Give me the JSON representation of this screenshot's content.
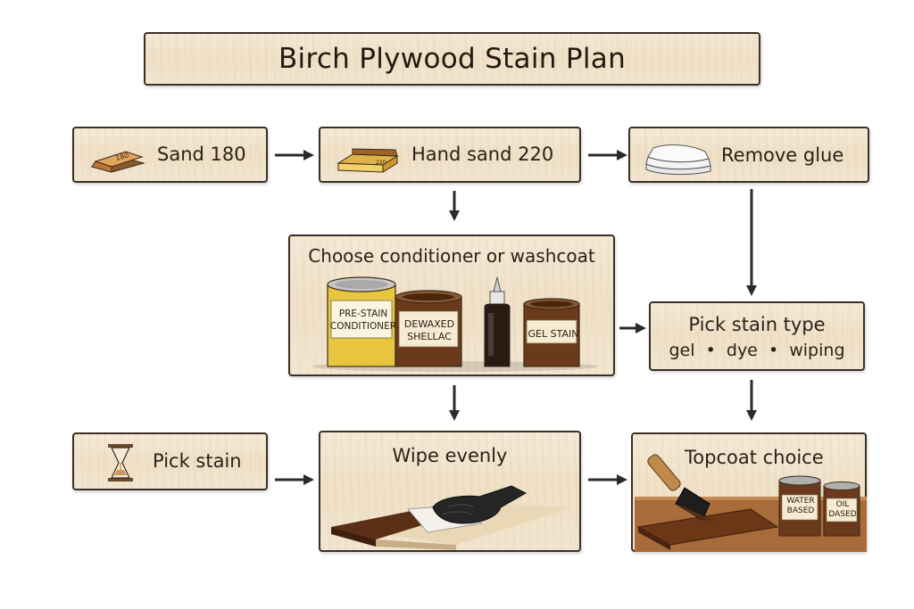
{
  "title": "Birch Plywood Stain Plan",
  "nodes": {
    "sand180": {
      "label": "Sand 180",
      "icon": "sanding-block-icon",
      "icon_text": "180"
    },
    "handsand220": {
      "label": "Hand sand 220",
      "icon": "sanding-sponge-icon",
      "icon_text": "220"
    },
    "removeglue": {
      "label": "Remove glue",
      "icon": "cloth-rag-icon"
    },
    "conditioner": {
      "label": "Choose conditioner or washcoat",
      "products": {
        "can1": "PRE-STAIN\nCONDITIONER",
        "can2": "DEWAXED\nSHELLAC",
        "can3": "GEL STAIN"
      }
    },
    "stainType": {
      "label": "Pick stain type",
      "options": "gel  •  dye  •  wiping"
    },
    "pickStain": {
      "label": "Pick stain",
      "icon": "hourglass-icon"
    },
    "wipe": {
      "label": "Wipe evenly",
      "icon": "gloved-hand-wiping-icon"
    },
    "topcoat": {
      "label": "Topcoat choice",
      "cans": {
        "water": "WATER\nBASED",
        "oil": "OIL\nDASED"
      }
    }
  },
  "colors": {
    "border": "#3b3026",
    "arrow": "#2b2b2b",
    "stain_dark": "#5a2f15",
    "can_yellow": "#e8c640",
    "can_brown": "#6b3a1c"
  }
}
